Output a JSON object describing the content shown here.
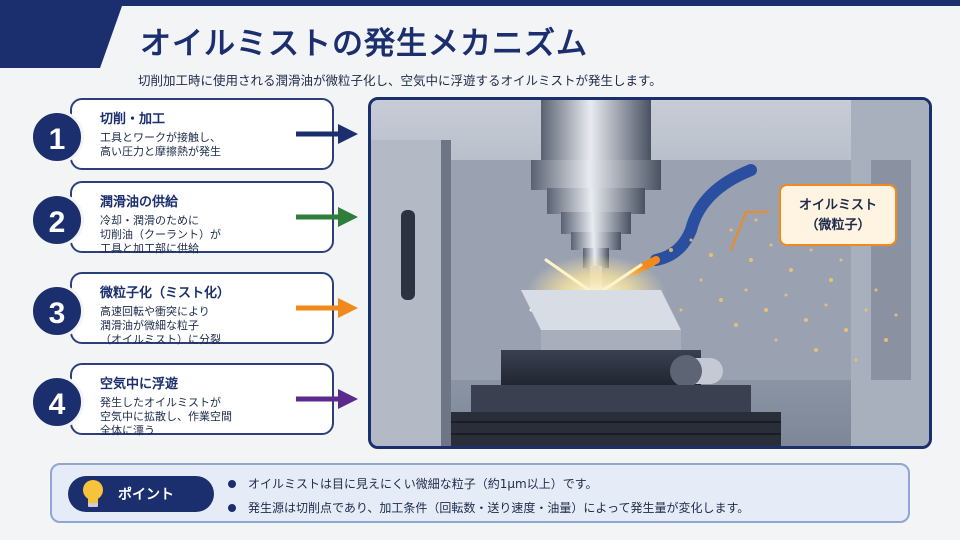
{
  "header": {
    "title": "オイルミストの発生メカニズム",
    "subtitle": "切削加工時に使用される潤滑油が微粒子化し、空気中に浮遊するオイルミストが発生します。"
  },
  "steps": [
    {
      "number": "1",
      "title": "切削・加工",
      "lines": [
        "工具とワークが接触し、",
        "高い圧力と摩擦熱が発生"
      ],
      "arrow_color": "#1b2f6e"
    },
    {
      "number": "2",
      "title": "潤滑油の供給",
      "lines": [
        "冷却・潤滑のために",
        "切削油（クーラント）が",
        "工具と加工部に供給"
      ],
      "arrow_color": "#2e7d3a"
    },
    {
      "number": "3",
      "title": "微粒子化（ミスト化）",
      "lines": [
        "高速回転や衝突により",
        "潤滑油が微細な粒子",
        "（オイルミスト）に分裂"
      ],
      "arrow_color": "#f08a1c"
    },
    {
      "number": "4",
      "title": "空気中に浮遊",
      "lines": [
        "発生したオイルミストが",
        "空気中に拡散し、作業空間",
        "全体に漂う"
      ],
      "arrow_color": "#5b2a8c"
    }
  ],
  "illustration": {
    "mist_label_line1": "オイルミスト",
    "mist_label_line2": "（微粒子）"
  },
  "point": {
    "label": "ポイント",
    "items": [
      "オイルミストは目に見えにくい微細な粒子（約1μm以上）です。",
      "発生源は切削点であり、加工条件（回転数・送り速度・油量）によって発生量が変化します。"
    ]
  },
  "colors": {
    "primary": "#1b2f6e",
    "green": "#2e7d3a",
    "orange": "#f08a1c",
    "purple": "#5b2a8c"
  }
}
